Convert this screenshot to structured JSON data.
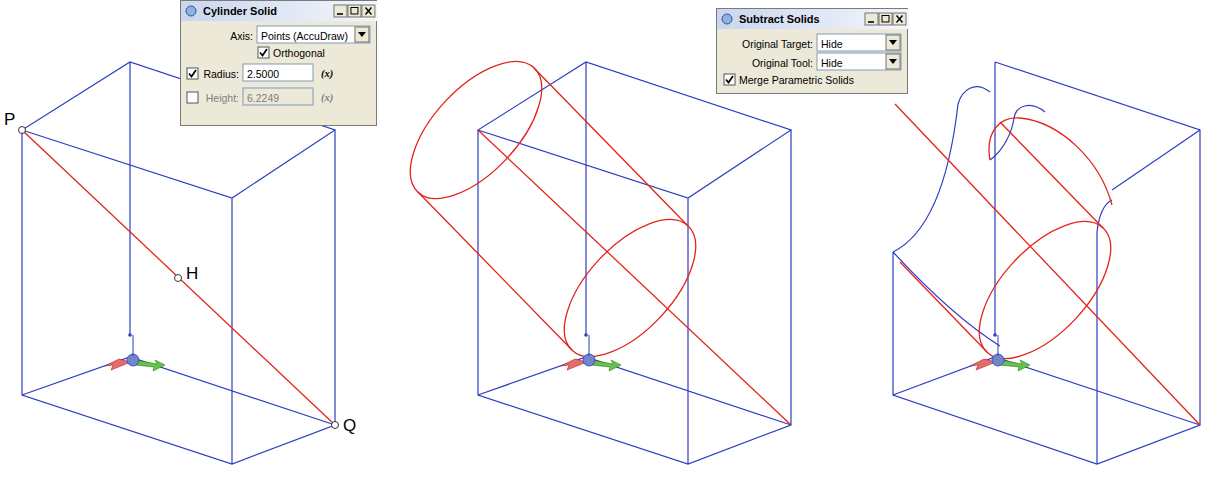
{
  "diagram": {
    "nodes": [
      {
        "text": [
          "Cylinder Solid",
          "Axis:",
          "Points (AccuDraw)",
          "Orthogonal",
          "Radius:",
          "2.5000",
          "(x)",
          "Height:",
          "6.2249",
          "(x)"
        ]
      },
      {
        "text": [
          "Subtract Solids",
          "Original Target:",
          "Hide",
          "Original Tool:",
          "Hide",
          "Merge Parametric Solids"
        ]
      }
    ],
    "labels": [
      "P",
      "H",
      "Q"
    ]
  }
}
